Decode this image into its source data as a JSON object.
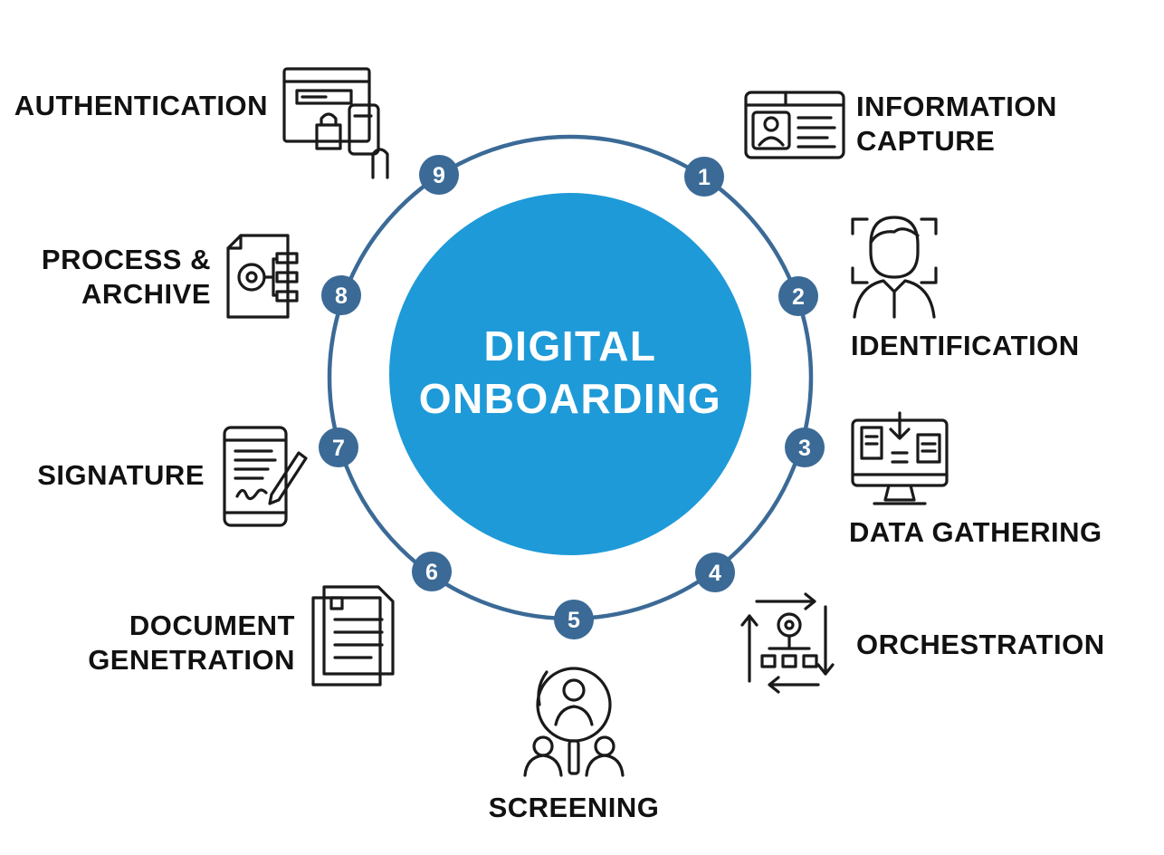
{
  "center": {
    "line1": "DIGITAL",
    "line2": "ONBOARDING"
  },
  "colors": {
    "center_fill": "#1e9ad8",
    "ring": "#3b6a96",
    "badge": "#3b6a96",
    "label": "#111111",
    "icon": "#1a1a1a"
  },
  "steps": [
    {
      "number": "1",
      "lines": [
        "INFORMATION",
        "CAPTURE"
      ],
      "icon": "id-card-icon"
    },
    {
      "number": "2",
      "lines": [
        "IDENTIFICATION"
      ],
      "icon": "face-scan-icon"
    },
    {
      "number": "3",
      "lines": [
        "DATA GATHERING"
      ],
      "icon": "monitor-download-icon"
    },
    {
      "number": "4",
      "lines": [
        "ORCHESTRATION"
      ],
      "icon": "workflow-gear-icon"
    },
    {
      "number": "5",
      "lines": [
        "SCREENING"
      ],
      "icon": "people-magnifier-icon"
    },
    {
      "number": "6",
      "lines": [
        "DOCUMENT",
        "GENETRATION"
      ],
      "icon": "documents-stack-icon"
    },
    {
      "number": "7",
      "lines": [
        "SIGNATURE"
      ],
      "icon": "phone-signature-icon"
    },
    {
      "number": "8",
      "lines": [
        "PROCESS &",
        "ARCHIVE"
      ],
      "icon": "file-gear-icon"
    },
    {
      "number": "9",
      "lines": [
        "AUTHENTICATION"
      ],
      "icon": "browser-lock-phone-icon"
    }
  ]
}
